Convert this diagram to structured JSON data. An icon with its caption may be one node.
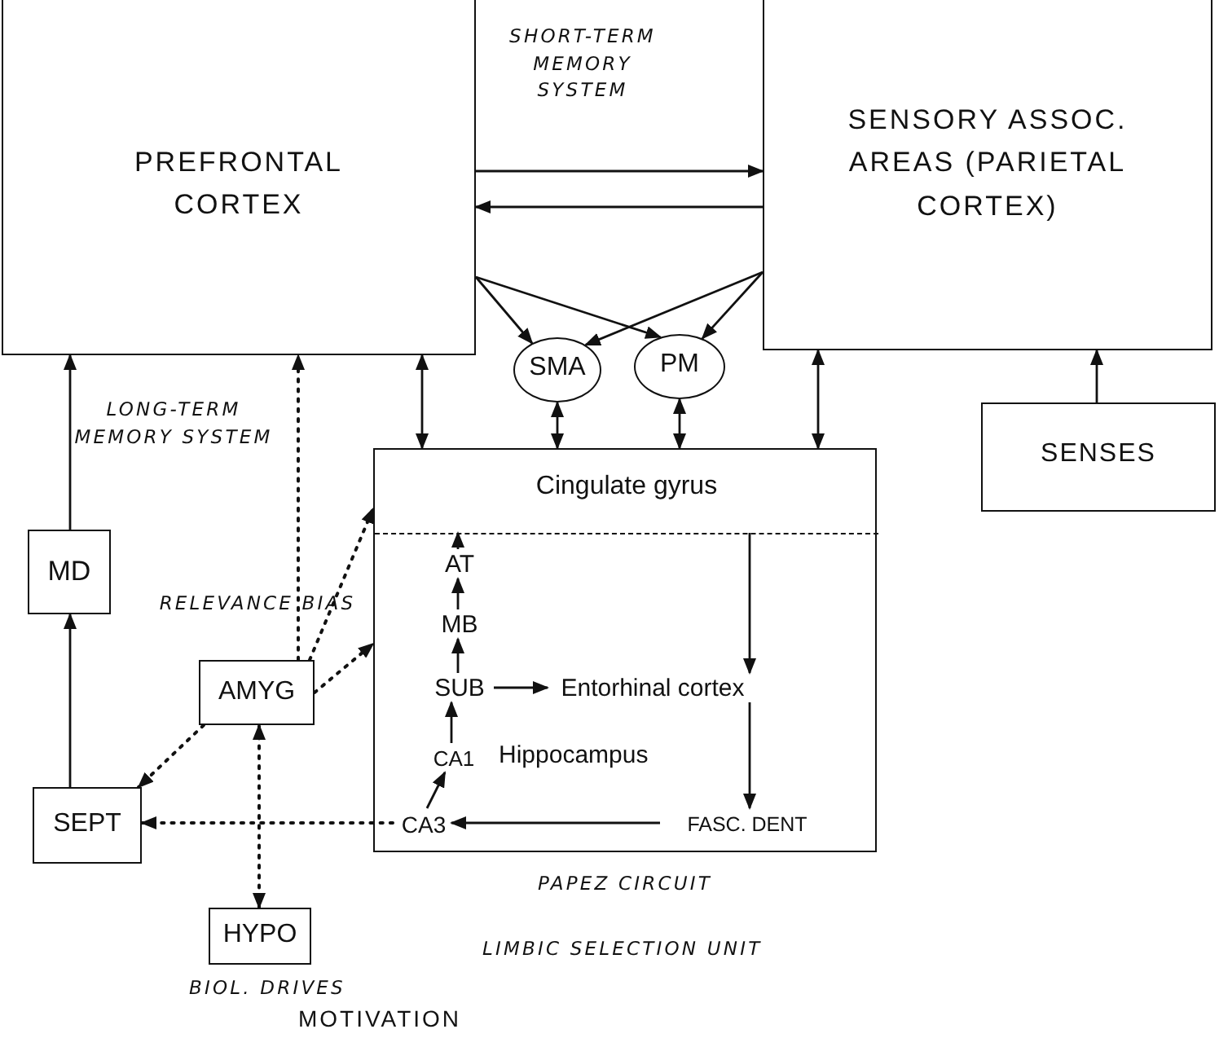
{
  "diagram": {
    "nodes": [
      {
        "text": [
          "PREFRONTAL CORTEX"
        ]
      },
      {
        "text": [
          "SENSORY ASSOC. AREAS (PARIETAL CORTEX)"
        ]
      },
      {
        "text": [
          "SMA"
        ]
      },
      {
        "text": [
          "PM"
        ]
      },
      {
        "text": [
          "PAPEZ CIRCUIT"
        ]
      },
      {
        "text": [
          "Cingulate gyrus"
        ],
        "in": 4
      },
      {
        "text": [
          "AT"
        ],
        "in": 4
      },
      {
        "text": [
          "MB"
        ],
        "in": 4
      },
      {
        "text": [
          "SUB"
        ],
        "in": 4
      },
      {
        "text": [
          "Entorhinal cortex"
        ],
        "in": 4
      },
      {
        "text": [
          "CA1"
        ],
        "in": 4
      },
      {
        "text": [
          "CA3"
        ],
        "in": 4
      },
      {
        "text": [
          "FASC. DENT"
        ],
        "in": 4
      },
      {
        "text": [
          "SENSES"
        ]
      },
      {
        "text": [
          "MD"
        ]
      },
      {
        "text": [
          "AMYG"
        ],
        "beside": [
          "RELEVANCE BIAS"
        ]
      },
      {
        "text": [
          "SEPT"
        ]
      },
      {
        "text": [
          "HYPO"
        ],
        "beside": [
          "BIOL. DRIVES"
        ]
      }
    ],
    "edges": [
      {
        "from": 0,
        "to": 1,
        "arrow": "to",
        "label": "SHORT-TERM MEMORY SYSTEM"
      },
      {
        "from": 1,
        "to": 0,
        "arrow": "to"
      },
      {
        "from": 0,
        "to": 2,
        "arrow": "to"
      },
      {
        "from": 0,
        "to": 3,
        "arrow": "to"
      },
      {
        "from": 1,
        "to": 3,
        "arrow": "to"
      },
      {
        "from": 1,
        "to": 2,
        "arrow": "to"
      },
      {
        "from": 0,
        "to": 4,
        "arrow": "both"
      },
      {
        "from": 2,
        "to": 4,
        "arrow": "both"
      },
      {
        "from": 3,
        "to": 4,
        "arrow": "both"
      },
      {
        "from": 1,
        "to": 4,
        "arrow": "both"
      },
      {
        "from": 13,
        "to": 1,
        "arrow": "to"
      },
      {
        "from": 6,
        "to": 5,
        "arrow": "to"
      },
      {
        "from": 7,
        "to": 6,
        "arrow": "to"
      },
      {
        "from": 8,
        "to": 7,
        "arrow": "to"
      },
      {
        "from": 10,
        "to": 8,
        "arrow": "to"
      },
      {
        "from": 11,
        "to": 10,
        "arrow": "to"
      },
      {
        "from": 8,
        "to": 9,
        "arrow": "to"
      },
      {
        "from": 5,
        "to": 9,
        "arrow": "to"
      },
      {
        "from": 9,
        "to": 12,
        "arrow": "to"
      },
      {
        "from": 12,
        "to": 11,
        "arrow": "to"
      },
      {
        "from": 11,
        "to": 16,
        "arrow": "to",
        "style": "dashed"
      },
      {
        "from": 16,
        "to": 14,
        "arrow": "to"
      },
      {
        "from": 14,
        "to": 0,
        "arrow": "to",
        "label": "LONG-TERM MEMORY SYSTEM"
      },
      {
        "from": 15,
        "to": 0,
        "arrow": "to",
        "style": "dashed"
      },
      {
        "from": 15,
        "to": 5,
        "arrow": "to",
        "style": "dashed"
      },
      {
        "from": 15,
        "to": 4,
        "arrow": "to",
        "style": "dashed"
      },
      {
        "from": 15,
        "to": 16,
        "arrow": "to",
        "style": "dashed"
      },
      {
        "from": 17,
        "to": 15,
        "arrow": "both",
        "style": "dashed"
      }
    ],
    "labels": [
      "Hippocampus",
      "LIMBIC SELECTION UNIT",
      "MOTIVATION"
    ]
  }
}
